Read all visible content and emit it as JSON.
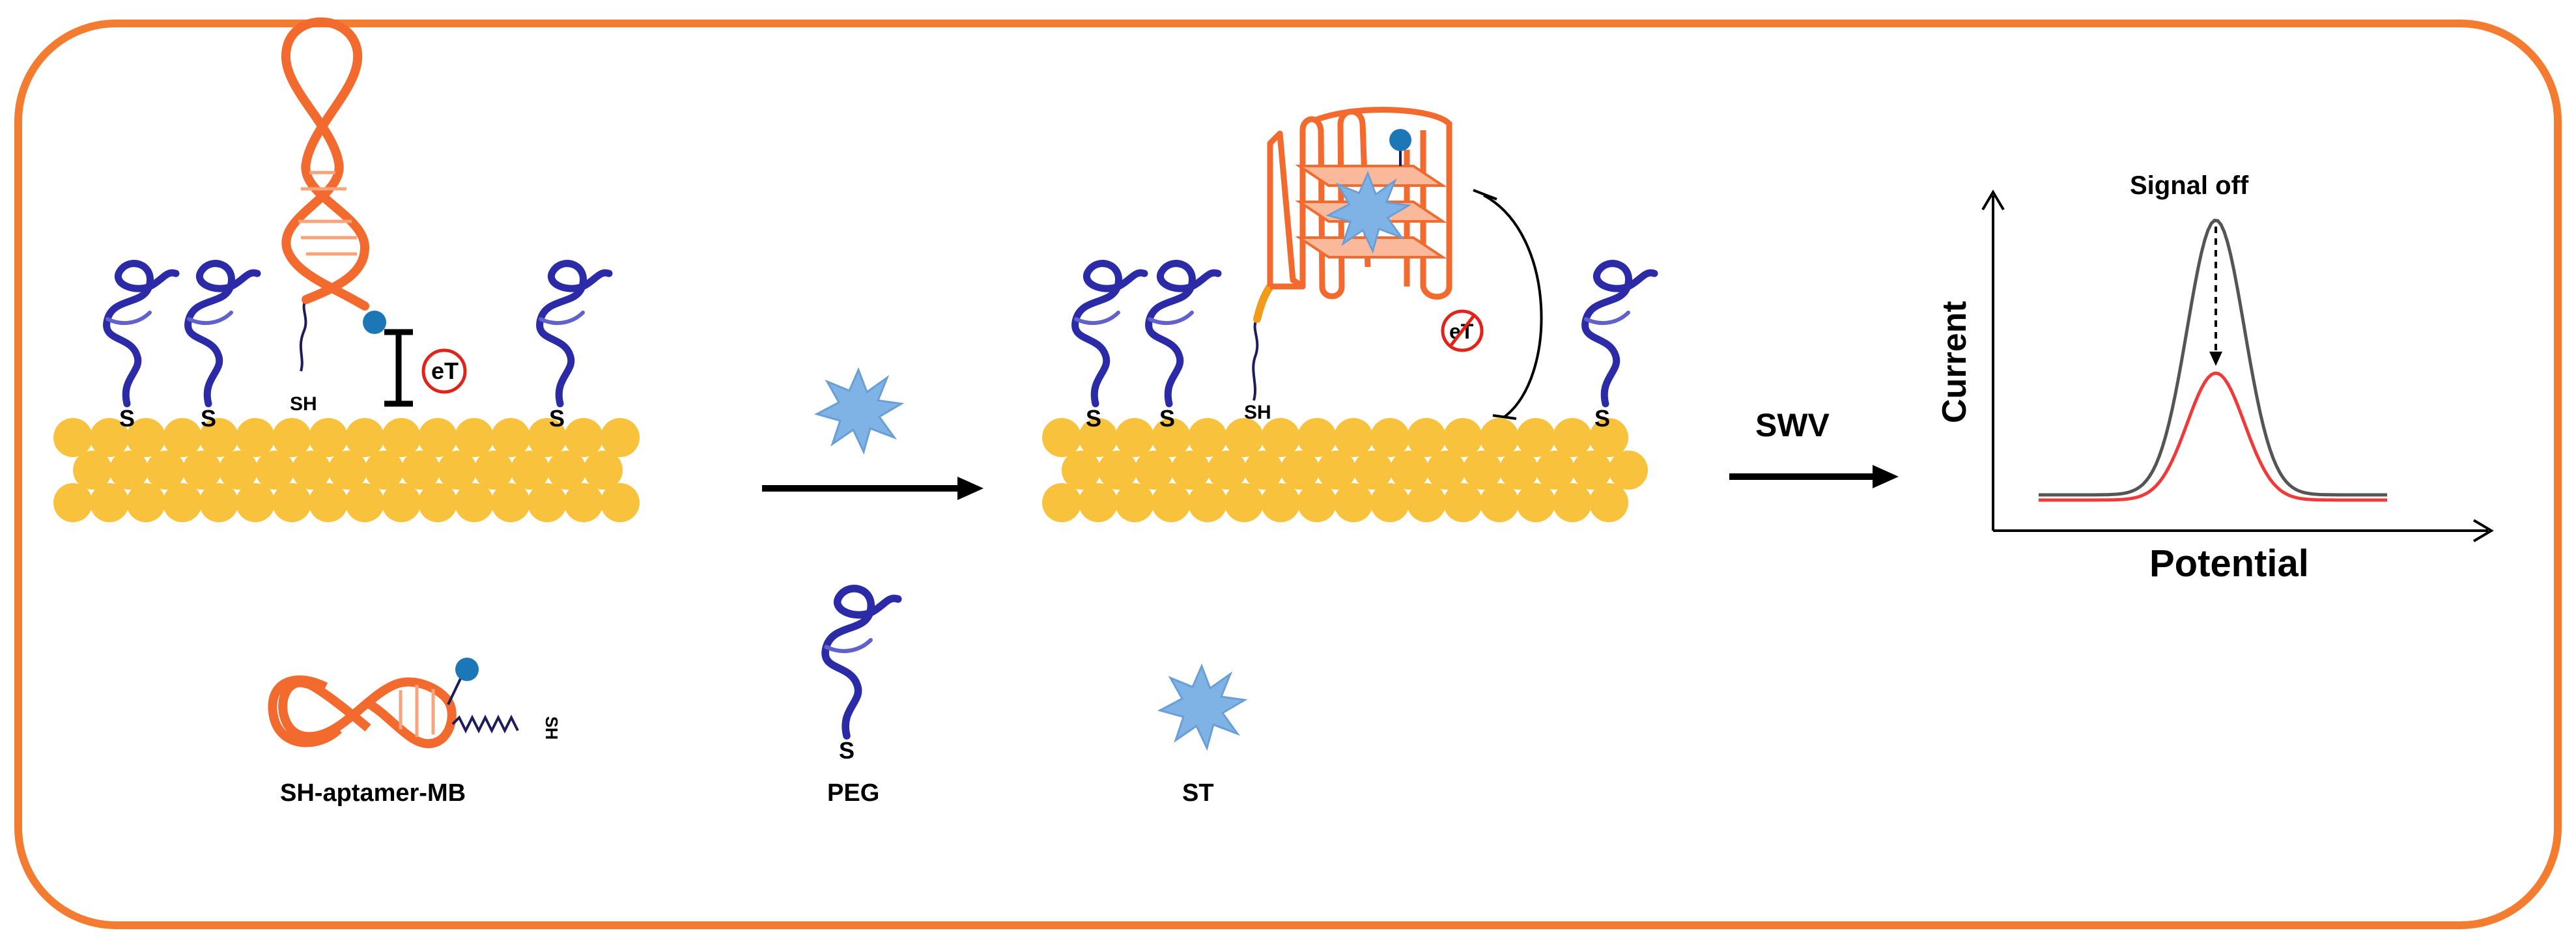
{
  "labels": {
    "electron_transfer_on": "eT",
    "electron_transfer_blocked": "eT",
    "sh_probe_left": "SH",
    "sh_probe_right": "SH",
    "thiol_anchor": "S",
    "technique": "SWV",
    "signal_off": "Signal off",
    "y_axis": "Current",
    "x_axis": "Potential",
    "legend_aptamer": "SH-aptamer-MB",
    "legend_aptamer_tail": "SH",
    "legend_peg": "PEG",
    "legend_peg_anchor": "S",
    "legend_st": "ST"
  },
  "colors": {
    "frame": "#f47c30",
    "aptamer": "#f26a2d",
    "peg": "#2b2ba8",
    "gold": "#f9c23c",
    "methylene_blue": "#1b77b5",
    "target_st": "#7fb2e5",
    "curve_before": "#555555",
    "curve_after": "#f03a3a",
    "blocked_symbol": "#e2231a"
  },
  "icons": {
    "electrode": "gold-nanoparticle-surface",
    "peg": "peg-coil-icon",
    "aptamer": "hairpin-aptamer-icon",
    "g_quadruplex": "g-quadruplex-icon",
    "target": "star-burst-icon",
    "arrow": "right-arrow-icon"
  }
}
